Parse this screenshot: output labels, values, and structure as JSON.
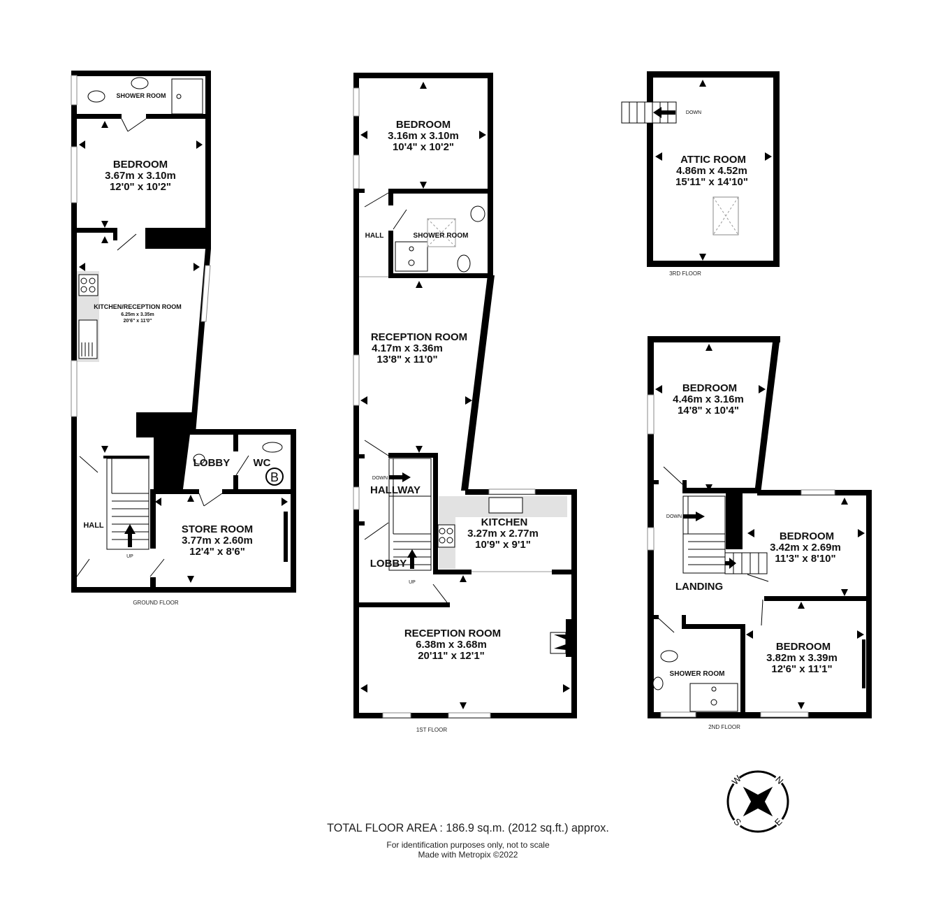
{
  "floors": {
    "ground": {
      "label": "GROUND FLOOR",
      "rooms": {
        "shower_room": {
          "name": "SHOWER ROOM"
        },
        "bedroom": {
          "name": "BEDROOM",
          "metric": "3.67m  x 3.10m",
          "imperial": "12'0\"  x 10'2\""
        },
        "kitchen_reception": {
          "name": "KITCHEN/RECEPTION ROOM",
          "metric": "6.25m  x 3.35m",
          "imperial": "20'6\"  x 11'0\""
        },
        "lobby": {
          "name": "LOBBY"
        },
        "wc": {
          "name": "WC",
          "boiler_symbol": "B"
        },
        "hall": {
          "name": "HALL"
        },
        "store_room": {
          "name": "STORE ROOM",
          "metric": "3.77m  x 2.60m",
          "imperial": "12'4\"  x 8'6\""
        }
      },
      "stairs_label": "UP"
    },
    "first": {
      "label": "1ST FLOOR",
      "rooms": {
        "bedroom": {
          "name": "BEDROOM",
          "metric": "3.16m  x 3.10m",
          "imperial": "10'4\"  x 10'2\""
        },
        "hall": {
          "name": "HALL"
        },
        "shower_room": {
          "name": "SHOWER ROOM"
        },
        "reception_room_1": {
          "name": "RECEPTION ROOM",
          "metric": "4.17m  x 3.36m",
          "imperial": "13'8\"  x 11'0\""
        },
        "hallway": {
          "name": "HALLWAY"
        },
        "lobby": {
          "name": "LOBBY"
        },
        "kitchen": {
          "name": "KITCHEN",
          "metric": "3.27m  x 2.77m",
          "imperial": "10'9\"  x 9'1\""
        },
        "reception_room_2": {
          "name": "RECEPTION ROOM",
          "metric": "6.38m  x 3.68m",
          "imperial": "20'11\"  x 12'1\""
        }
      },
      "stairs_down_label": "DOWN",
      "stairs_up_label": "UP"
    },
    "second": {
      "label": "2ND FLOOR",
      "rooms": {
        "bedroom_1": {
          "name": "BEDROOM",
          "metric": "4.46m  x 3.16m",
          "imperial": "14'8\"  x 10'4\""
        },
        "bedroom_2": {
          "name": "BEDROOM",
          "metric": "3.42m  x 2.69m",
          "imperial": "11'3\"  x 8'10\""
        },
        "landing": {
          "name": "LANDING"
        },
        "shower_room": {
          "name": "SHOWER ROOM"
        },
        "bedroom_3": {
          "name": "BEDROOM",
          "metric": "3.82m  x 3.39m",
          "imperial": "12'6\"  x 11'1\""
        }
      },
      "stairs_down_label": "DOWN"
    },
    "third": {
      "label": "3RD FLOOR",
      "rooms": {
        "attic_room": {
          "name": "ATTIC ROOM",
          "metric": "4.86m  x 4.52m",
          "imperial": "15'11\"  x 14'10\""
        }
      },
      "stairs_down_label": "DOWN"
    }
  },
  "compass": {
    "n": "N",
    "e": "E",
    "s": "S",
    "w": "W"
  },
  "footer": {
    "total_area": "TOTAL FLOOR AREA : 186.9 sq.m. (2012 sq.ft.) approx.",
    "disclaimer": "For identification purposes only, not to scale",
    "credit": "Made with Metropix ©2022"
  }
}
